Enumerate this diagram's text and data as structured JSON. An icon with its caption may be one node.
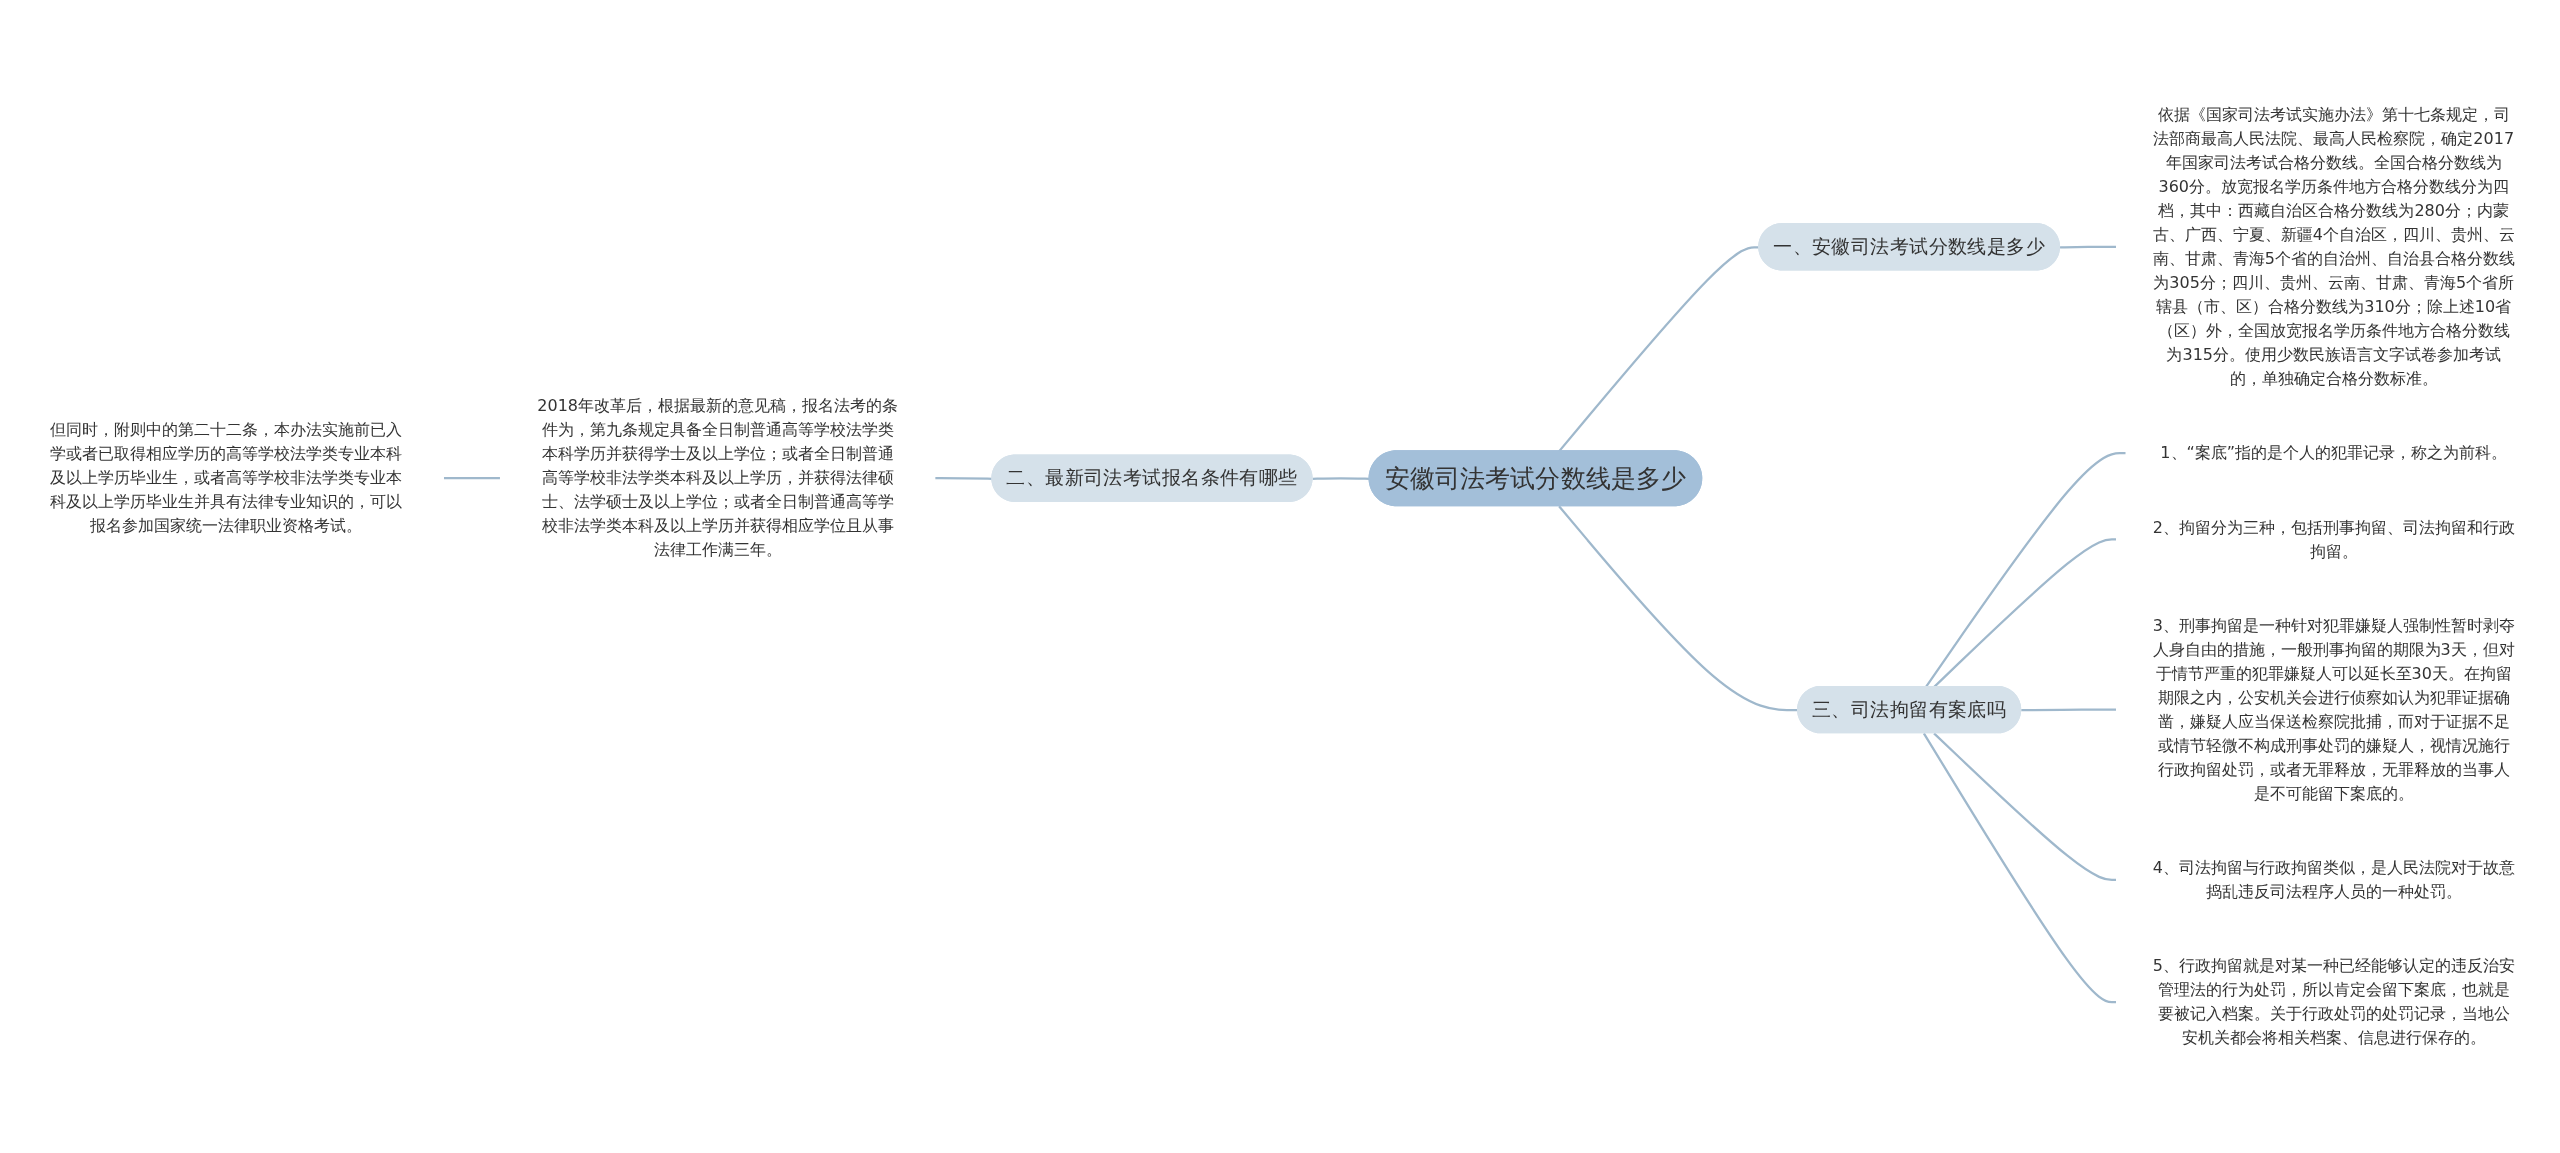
{
  "diagram": {
    "nodes": [
      {
        "text": [
          "安徽司法考试分数线是多少"
        ]
      },
      {
        "text": [
          "一、安徽司法考试分数线是多少"
        ]
      },
      {
        "text": [
          "依据《国家司法考试实施办法》第十七条规定，司法部商最高人民法院、最高人民检察院，确定2017年国家司法考试合格分数线。全国合格分数线为360分。放宽报名学历条件地方合格分数线分为四档，其中：西藏自治区合格分数线为280分；内蒙古、广西、宁夏、新疆4个自治区，四川、贵州、云南、甘肃、青海5个省的自治州、自治县合格分数线为305分；四川、贵州、云南、甘肃、青海5个省所辖县（市、区）合格分数线为310分；除上述10省（区）外，全国放宽报名学历条件地方合格分数线为315分。使用少数民族语言文字试卷参加考试的，单独确定合格分数标准。"
        ]
      },
      {
        "text": [
          "二、最新司法考试报名条件有哪些"
        ]
      },
      {
        "text": [
          "2018年改革后，根据最新的意见稿，报名法考的条件为，第九条规定具备全日制普通高等学校法学类本科学历并获得学士及以上学位；或者全日制普通高等学校非法学类本科及以上学历，并获得法律硕士、法学硕士及以上学位；或者全日制普通高等学校非法学类本科及以上学历并获得相应学位且从事法律工作满三年。"
        ]
      },
      {
        "text": [
          "但同时，附则中的第二十二条，本办法实施前已入学或者已取得相应学历的高等学校法学类专业本科及以上学历毕业生，或者高等学校非法学类专业本科及以上学历毕业生并具有法律专业知识的，可以报名参加国家统一法律职业资格考试。"
        ]
      },
      {
        "text": [
          "三、司法拘留有案底吗"
        ]
      },
      {
        "text": [
          "1、“案底”指的是个人的犯罪记录，称之为前科。"
        ]
      },
      {
        "text": [
          "2、拘留分为三种，包括刑事拘留、司法拘留和行政拘留。"
        ]
      },
      {
        "text": [
          "3、刑事拘留是一种针对犯罪嫌疑人强制性暂时剥夺人身自由的措施，一般刑事拘留的期限为3天，但对于情节严重的犯罪嫌疑人可以延长至30天。在拘留期限之内，公安机关会进行侦察如认为犯罪证据确凿，嫌疑人应当保送检察院批捕，而对于证据不足或情节轻微不构成刑事处罚的嫌疑人，视情况施行行政拘留处罚，或者无罪释放，无罪释放的当事人是不可能留下案底的。"
        ]
      },
      {
        "text": [
          "4、司法拘留与行政拘留类似，是人民法院对于故意捣乱违反司法程序人员的一种处罚。"
        ]
      },
      {
        "text": [
          "5、行政拘留就是对某一种已经能够认定的违反治安管理法的行为处罚，所以肯定会留下案底，也就是要被记入档案。关于行政处罚的处罚记录，当地公安机关都会将相关档案、信息进行保存的。"
        ]
      }
    ],
    "edges": [
      {
        "from": 0,
        "to": 1,
        "arrow": "none"
      },
      {
        "from": 1,
        "to": 2,
        "arrow": "none"
      },
      {
        "from": 0,
        "to": 3,
        "arrow": "none"
      },
      {
        "from": 3,
        "to": 4,
        "arrow": "none"
      },
      {
        "from": 4,
        "to": 5,
        "arrow": "none"
      },
      {
        "from": 0,
        "to": 6,
        "arrow": "none"
      },
      {
        "from": 6,
        "to": 7,
        "arrow": "none"
      },
      {
        "from": 6,
        "to": 8,
        "arrow": "none"
      },
      {
        "from": 6,
        "to": 9,
        "arrow": "none"
      },
      {
        "from": 6,
        "to": 10,
        "arrow": "none"
      },
      {
        "from": 6,
        "to": 11,
        "arrow": "none"
      }
    ]
  }
}
